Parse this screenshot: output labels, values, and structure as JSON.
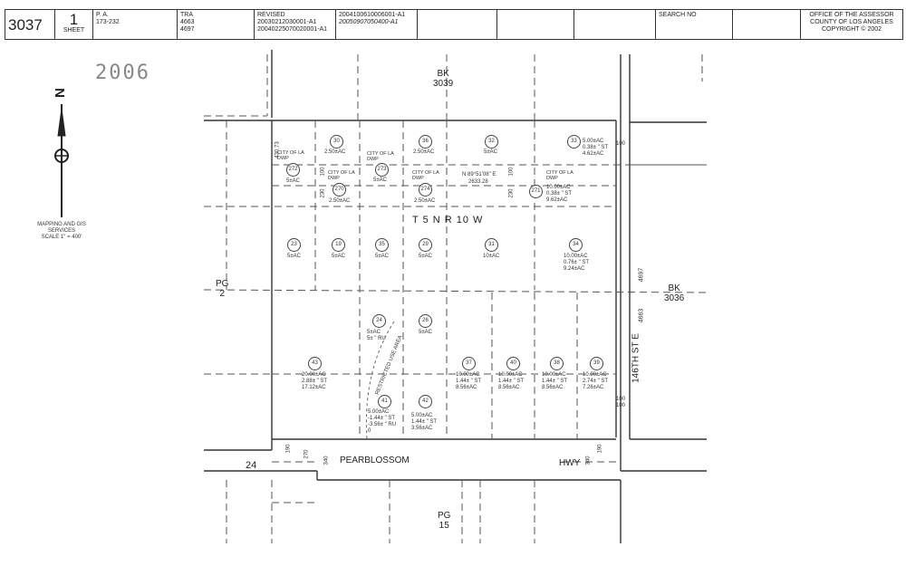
{
  "header": {
    "map_book": "3037",
    "sheet_no": "1",
    "sheet_label": "SHEET",
    "pa_label": "P. A.",
    "pa_value": "173-232",
    "tra_label": "TRA",
    "tra_values": [
      "4663",
      "4697"
    ],
    "revised_label": "REVISED",
    "revised_values": [
      "20030212030001-A1",
      "20040225070020001-A1"
    ],
    "revised2_values": [
      "2004100610006001-A1",
      "20050907050400-A1"
    ],
    "search_label": "SEARCH NO",
    "office": [
      "OFFICE OF THE ASSESSOR",
      "COUNTY OF LOS ANGELES",
      "COPYRIGHT © 2002"
    ]
  },
  "stamp_year": "2006",
  "north": {
    "letter": "N",
    "mapping": [
      "MAPPING AND GIS",
      "SERVICES"
    ],
    "scale": "SCALE 1\" = 400'"
  },
  "labels": {
    "bk_top": [
      "BK",
      "3039"
    ],
    "bk_right": [
      "BK",
      "3036"
    ],
    "pg_left": [
      "PG",
      "2"
    ],
    "pg_bottom": [
      "PG",
      "15"
    ],
    "township": "T 5 N R 10 W",
    "street_vertical": "146TH ST E",
    "road": "PEARBLOSSOM",
    "hwy": "HWY",
    "route": "24",
    "restricted": "RESTRICTED USE AREA",
    "n_bearing": "N 89°51'08\" E",
    "n_dist": "2633.28",
    "tra_right_a": "4697",
    "tra_right_b": "4663"
  },
  "parcels": [
    {
      "id": "30",
      "lines": [
        "2.50±AC"
      ]
    },
    {
      "id": "36",
      "lines": [
        "2.50±AC"
      ]
    },
    {
      "id": "32",
      "lines": [
        "5±AC"
      ]
    },
    {
      "id": "33",
      "lines": [
        "5.00±AC",
        "0.38± \" ST",
        "4.62±AC"
      ]
    },
    {
      "id": "272",
      "lines": [
        "CITY OF LA",
        "DWP",
        "5±AC"
      ]
    },
    {
      "id": "273",
      "lines": [
        "CITY OF LA",
        "DWP",
        "5±AC"
      ]
    },
    {
      "id": "270",
      "lines": [
        "CITY OF LA",
        "DWP",
        "2.50±AC"
      ]
    },
    {
      "id": "274",
      "lines": [
        "CITY OF LA",
        "DWP",
        "2.50±AC"
      ]
    },
    {
      "id": "271",
      "lines": [
        "CITY OF LA",
        "DWP",
        "10.00±AC",
        "0.38± \" ST",
        "9.62±AC"
      ]
    },
    {
      "id": "23",
      "lines": [
        "5±AC"
      ]
    },
    {
      "id": "19",
      "lines": [
        "5±AC"
      ]
    },
    {
      "id": "35",
      "lines": [
        "5±AC"
      ]
    },
    {
      "id": "29",
      "lines": [
        "5±AC"
      ]
    },
    {
      "id": "31",
      "lines": [
        "10±AC"
      ]
    },
    {
      "id": "34",
      "lines": [
        "10.00±AC",
        "0.76± \" ST",
        "9.24±AC"
      ]
    },
    {
      "id": "24",
      "lines": [
        "5±AC",
        "5± \" RU"
      ]
    },
    {
      "id": "26",
      "lines": [
        "5±AC"
      ]
    },
    {
      "id": "43",
      "lines": [
        "20.00±AC",
        "2.88± \" ST",
        "17.12±AC"
      ]
    },
    {
      "id": "37",
      "lines": [
        "10.00±AC",
        "1.44± \" ST",
        "8.56±AC"
      ]
    },
    {
      "id": "40",
      "lines": [
        "10.00±AC",
        "1.44± \" ST",
        "8.56±AC"
      ]
    },
    {
      "id": "38",
      "lines": [
        "10.00±AC",
        "1.44± \" ST",
        "8.56±AC"
      ]
    },
    {
      "id": "39",
      "lines": [
        "10.00±AC",
        "2.74± \" ST",
        "7.26±AC"
      ]
    },
    {
      "id": "41",
      "lines": [
        "5.00±AC",
        "-1.44± \" ST",
        "-3.56± \" RU",
        "0"
      ]
    },
    {
      "id": "42",
      "lines": [
        "5.00±AC",
        "1.44± \" ST",
        "3.56±AC"
      ]
    }
  ],
  "dims": [
    "430.73",
    "100",
    "230",
    "100",
    "230",
    "100",
    "100",
    "100",
    "190",
    "270",
    "340",
    "340",
    "190"
  ]
}
